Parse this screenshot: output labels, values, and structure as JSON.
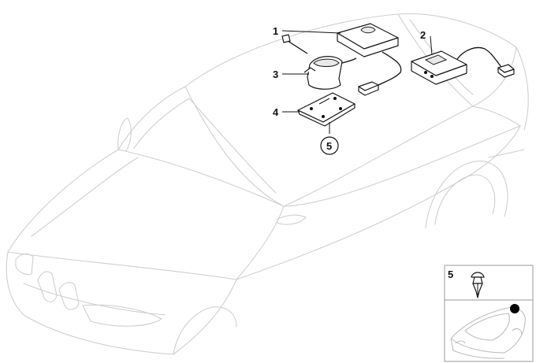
{
  "diagram": {
    "callouts": [
      {
        "id": "1",
        "label": "1"
      },
      {
        "id": "2",
        "label": "2"
      },
      {
        "id": "3",
        "label": "3"
      },
      {
        "id": "4",
        "label": "4"
      },
      {
        "id": "5",
        "label": "5"
      }
    ],
    "inset": {
      "label": "5"
    }
  },
  "colors": {
    "car_outline": "#cfcfcf",
    "part_stroke": "#1a1a1a",
    "locator_dot": "#000000"
  }
}
